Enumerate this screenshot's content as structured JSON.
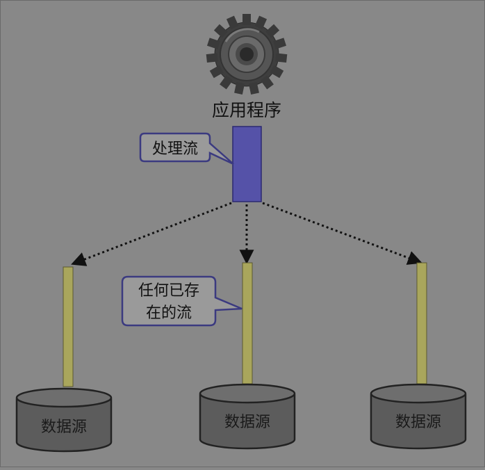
{
  "app": {
    "label": "应用程序"
  },
  "callouts": {
    "process_stream": "处理流",
    "existing_stream": [
      "任何已存",
      "在的流"
    ]
  },
  "data_sources": [
    {
      "label": "数据源"
    },
    {
      "label": "数据源"
    },
    {
      "label": "数据源"
    }
  ],
  "colors": {
    "background": "#888888",
    "process_block": "#5552a8",
    "stream_pipe": "#a9a65c",
    "cylinder": "#5c5c5c",
    "callout_border": "#3b3a80",
    "callout_fill": "#9a9a9a",
    "gear": "#444444"
  }
}
